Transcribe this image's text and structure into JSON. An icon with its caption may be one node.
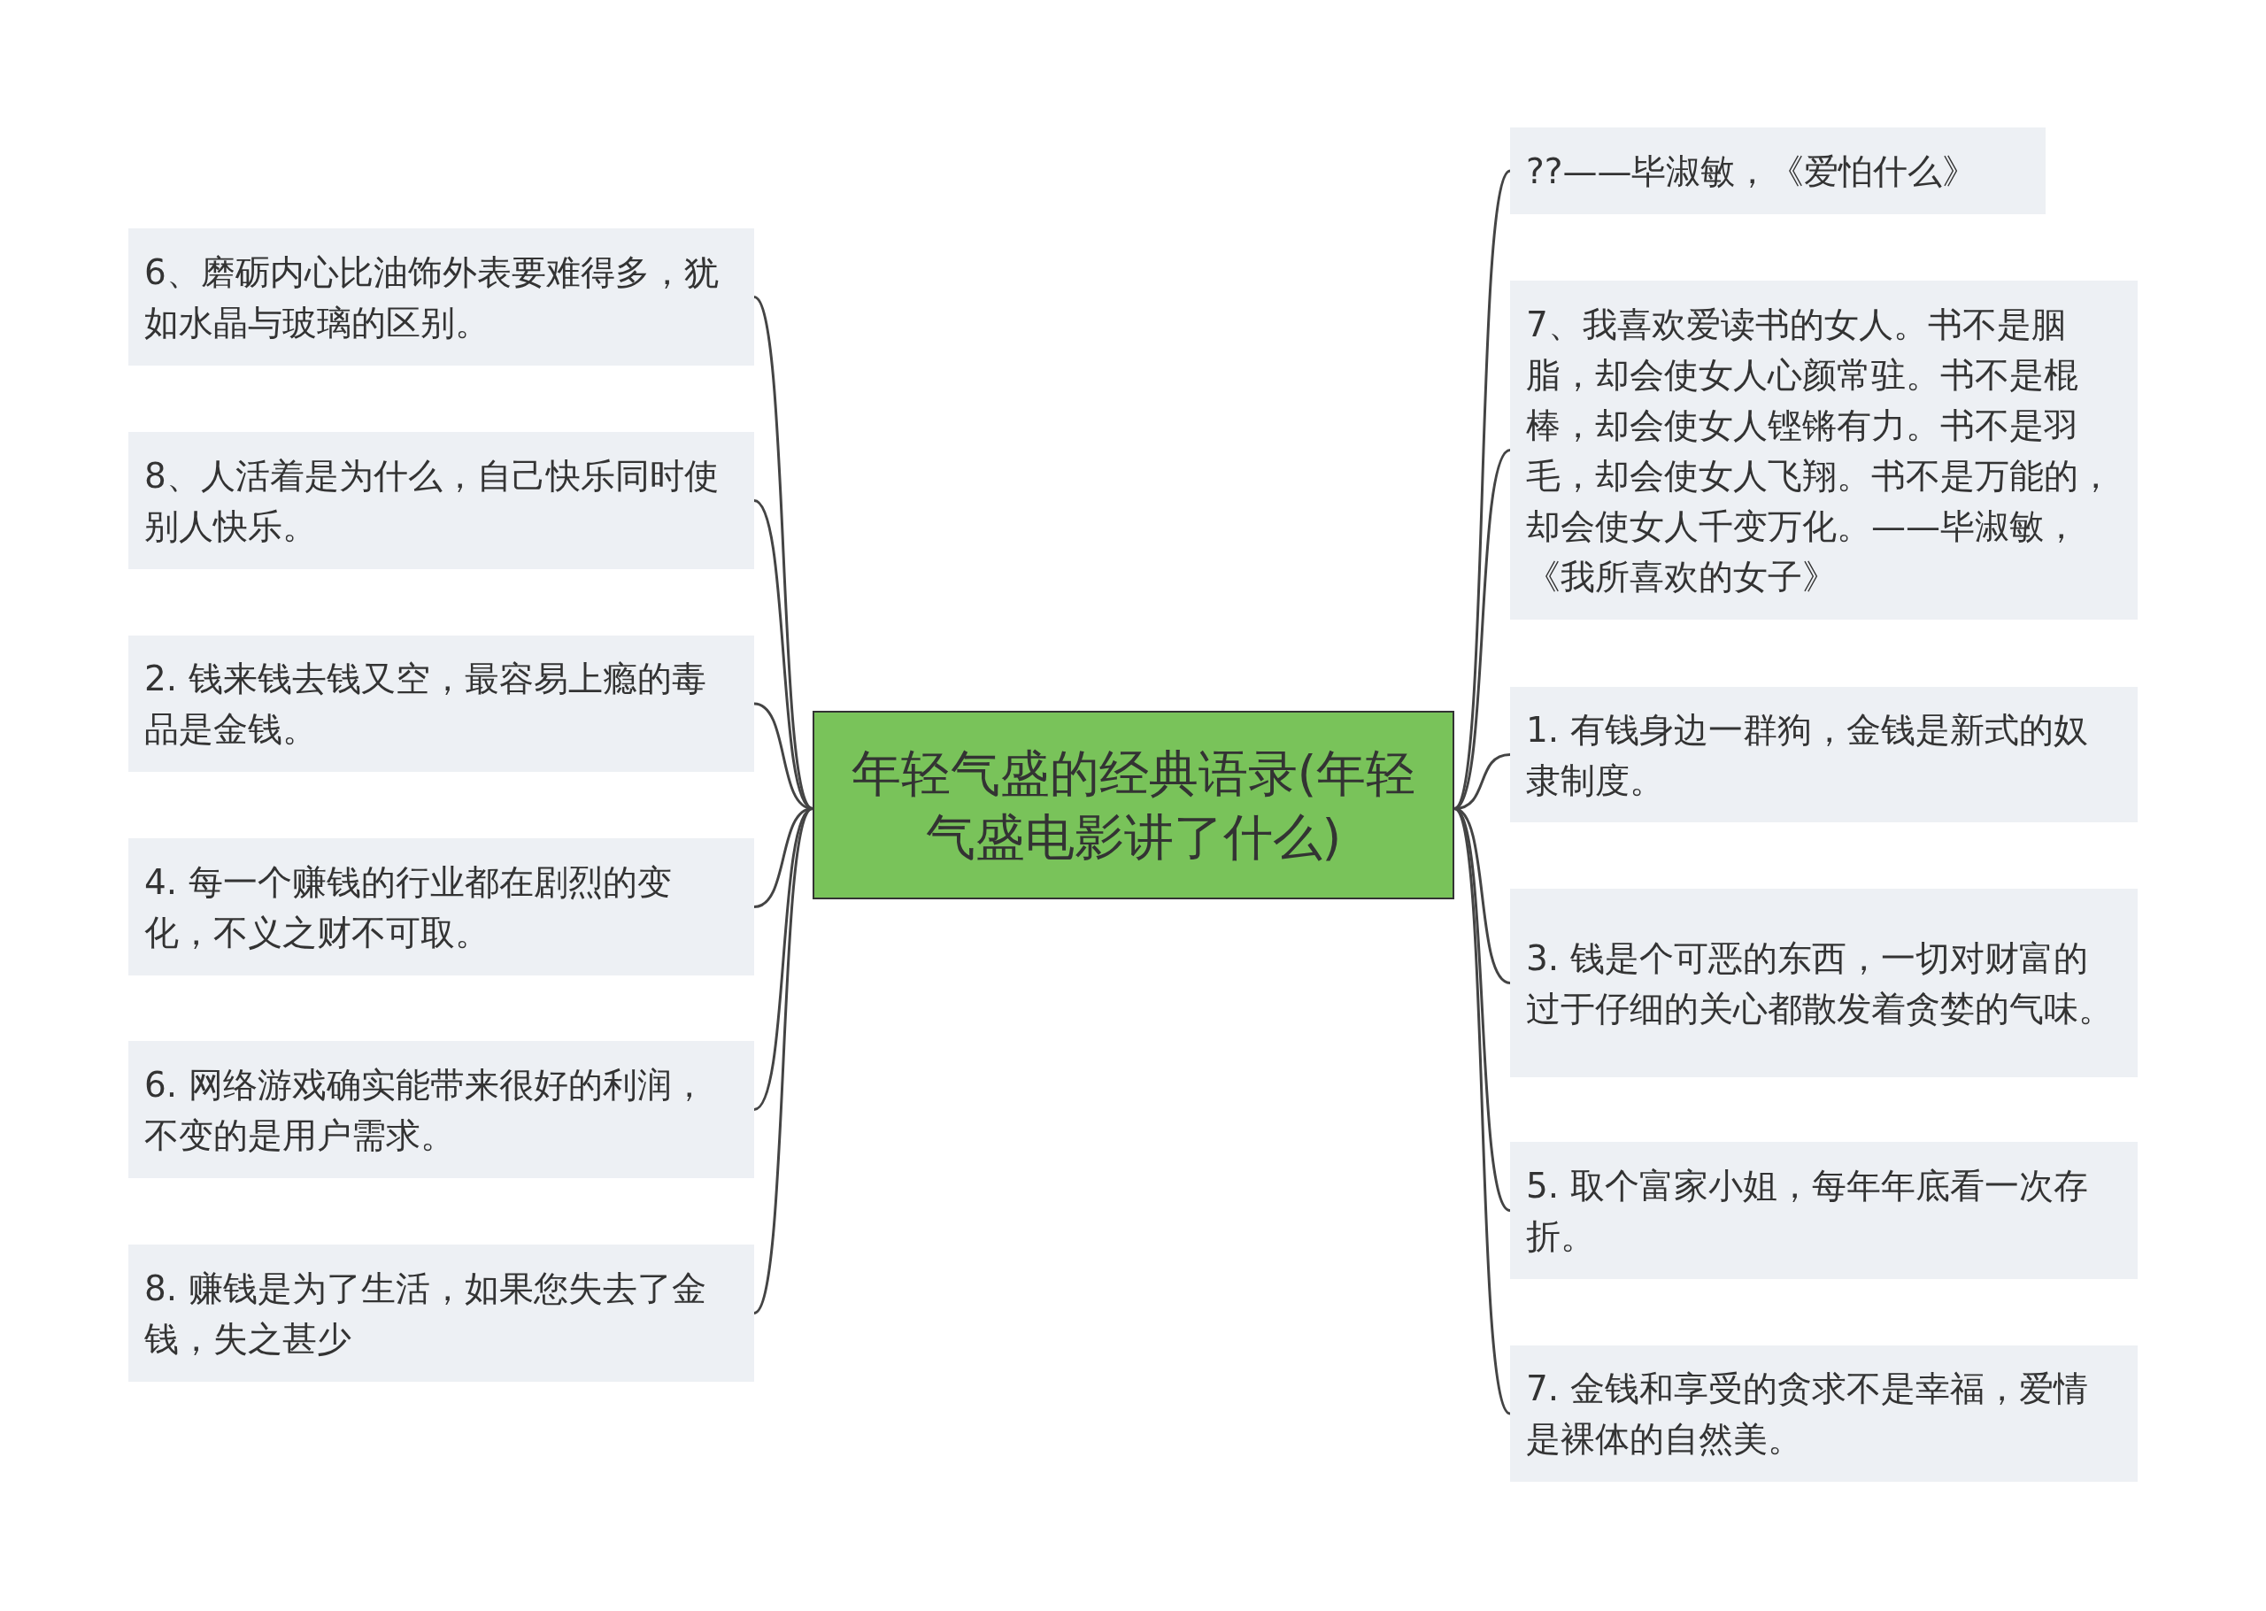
{
  "diagram": {
    "nodes": [
      {
        "text": [
          "年轻气盛的经典语录(年轻气盛电影讲了什么)"
        ]
      },
      {
        "text": [
          "6、磨砺内心比油饰外表要难得多，犹如水晶与玻璃的区别。"
        ]
      },
      {
        "text": [
          "8、人活着是为什么，自己快乐同时使别人快乐。"
        ]
      },
      {
        "text": [
          "2. 钱来钱去钱又空，最容易上瘾的毒品是金钱。"
        ]
      },
      {
        "text": [
          "4. 每一个赚钱的行业都在剧烈的变化，不义之财不可取。"
        ]
      },
      {
        "text": [
          "6. 网络游戏确实能带来很好的利润，不变的是用户需求。"
        ]
      },
      {
        "text": [
          "8. 赚钱是为了生活，如果您失去了金钱，失之甚少"
        ]
      },
      {
        "text": [
          "??——毕淑敏，《爱怕什么》"
        ]
      },
      {
        "text": [
          "7、我喜欢爱读书的女人。书不是胭脂，却会使女人心颜常驻。书不是棍棒，却会使女人铿锵有力。书不是羽毛，却会使女人飞翔。书不是万能的，却会使女人千变万化。——毕淑敏，《我所喜欢的女子》"
        ]
      },
      {
        "text": [
          "1. 有钱身边一群狗，金钱是新式的奴隶制度。"
        ]
      },
      {
        "text": [
          "3. 钱是个可恶的东西，一切对财富的过于仔细的关心都散发着贪婪的气味。"
        ]
      },
      {
        "text": [
          "5. 取个富家小姐，每年年底看一次存折。"
        ]
      },
      {
        "text": [
          "7. 金钱和享受的贪求不是幸福，爱情是裸体的自然美。"
        ]
      }
    ],
    "edges": [
      {
        "from": 0,
        "to": 1,
        "arrow": "none"
      },
      {
        "from": 0,
        "to": 2,
        "arrow": "none"
      },
      {
        "from": 0,
        "to": 3,
        "arrow": "none"
      },
      {
        "from": 0,
        "to": 4,
        "arrow": "none"
      },
      {
        "from": 0,
        "to": 5,
        "arrow": "none"
      },
      {
        "from": 0,
        "to": 6,
        "arrow": "none"
      },
      {
        "from": 0,
        "to": 7,
        "arrow": "none"
      },
      {
        "from": 0,
        "to": 8,
        "arrow": "none"
      },
      {
        "from": 0,
        "to": 9,
        "arrow": "none"
      },
      {
        "from": 0,
        "to": 10,
        "arrow": "none"
      },
      {
        "from": 0,
        "to": 11,
        "arrow": "none"
      },
      {
        "from": 0,
        "to": 12,
        "arrow": "none"
      }
    ]
  }
}
